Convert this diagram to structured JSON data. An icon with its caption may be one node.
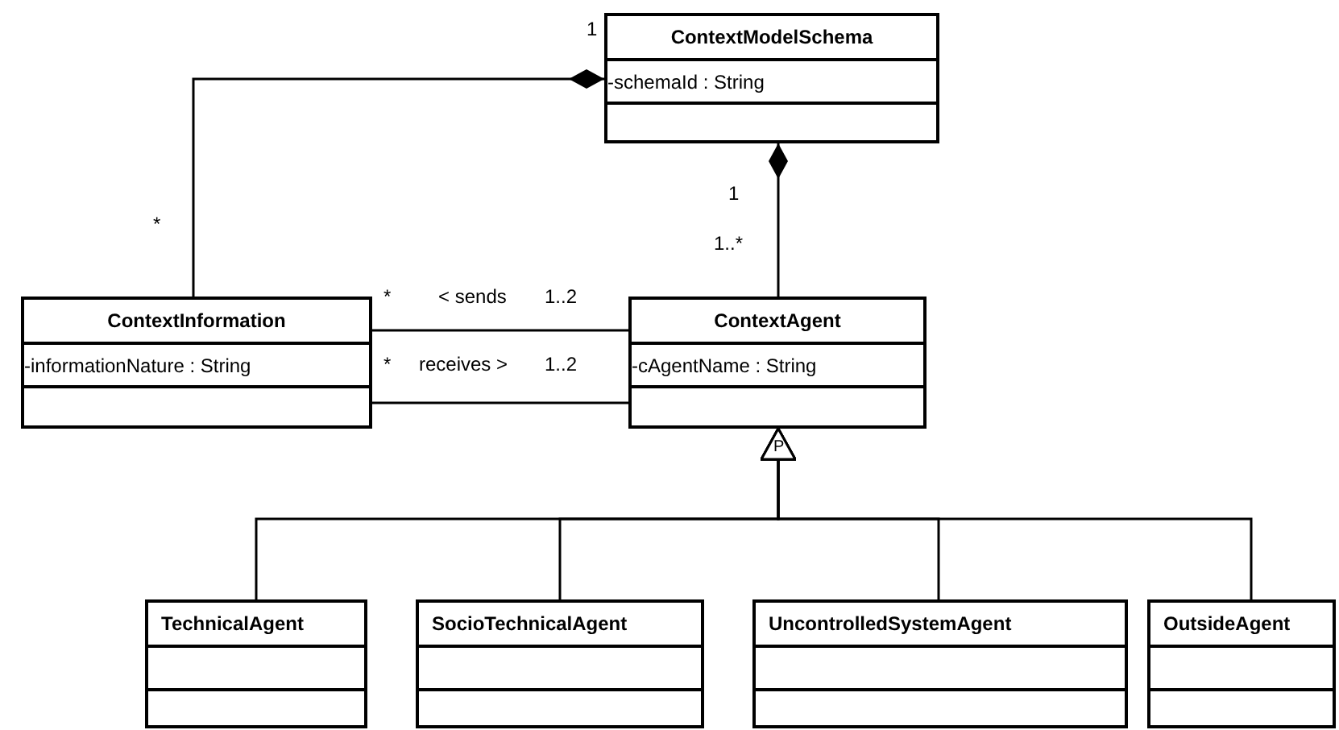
{
  "diagram": {
    "nodes": [
      {
        "text": [
          "ContextModelSchema",
          "-schemaId : String"
        ]
      },
      {
        "text": [
          "ContextInformation",
          "-informationNature : String"
        ]
      },
      {
        "text": [
          "ContextAgent",
          "-cAgentName : String"
        ]
      },
      {
        "text": [
          "TechnicalAgent"
        ]
      },
      {
        "text": [
          "SocioTechnicalAgent"
        ]
      },
      {
        "text": [
          "UncontrolledSystemAgent"
        ]
      },
      {
        "text": [
          "OutsideAgent"
        ]
      }
    ],
    "edges": [
      {
        "from": 1,
        "to": 0,
        "arrow": "other"
      },
      {
        "from": 2,
        "to": 0,
        "arrow": "other"
      },
      {
        "from": 1,
        "to": 2,
        "arrow": "none",
        "label": "< sends"
      },
      {
        "from": 1,
        "to": 2,
        "arrow": "none",
        "label": "receives >"
      },
      {
        "from": 3,
        "to": 2,
        "arrow": "to"
      },
      {
        "from": 4,
        "to": 2,
        "arrow": "to"
      },
      {
        "from": 5,
        "to": 2,
        "arrow": "to"
      },
      {
        "from": 6,
        "to": 2,
        "arrow": "to"
      }
    ],
    "labels": [
      "1",
      "*",
      "1",
      "1..*",
      "*",
      "1..2",
      "*",
      "1..2",
      "P"
    ]
  }
}
